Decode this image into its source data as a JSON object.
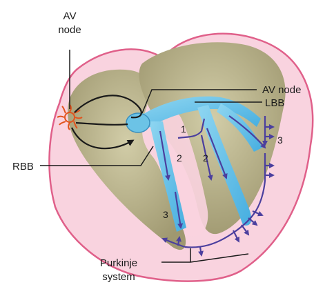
{
  "labels": {
    "sa_node_line1": "AV",
    "sa_node_line2": "node",
    "av_node": "AV node",
    "lbb": "LBB",
    "rbb": "RBB",
    "purkinje_line1": "Purkinje",
    "purkinje_line2": "system"
  },
  "markers": {
    "step1": "1",
    "step2_left": "2",
    "step2_right": "2",
    "step3_left": "3",
    "step3_right": "3"
  },
  "colors": {
    "heart_outline": "#e0608a",
    "heart_fill": "#f9d3df",
    "chamber_fill": "#bcb68e",
    "bundle_fill": "#6cc3e6",
    "purkinje_fibers": "#4b3f9e",
    "sa_node": "#e2531c",
    "leader_lines": "#1a1a1a"
  }
}
